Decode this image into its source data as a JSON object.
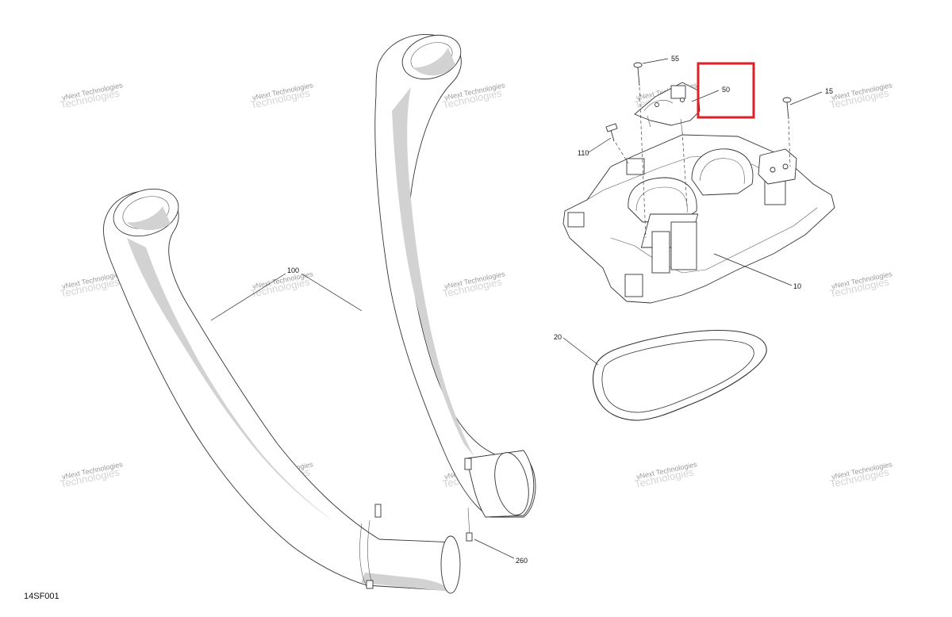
{
  "diagram": {
    "code": "14SF001",
    "watermark": {
      "line1": "vNext Technologies",
      "line2": "Technologies"
    },
    "callouts": [
      {
        "id": "55",
        "label": "55"
      },
      {
        "id": "50",
        "label": "50",
        "highlighted": true
      },
      {
        "id": "15",
        "label": "15"
      },
      {
        "id": "110",
        "label": "110"
      },
      {
        "id": "10",
        "label": "10"
      },
      {
        "id": "20",
        "label": "20"
      },
      {
        "id": "100",
        "label": "100"
      },
      {
        "id": "260",
        "label": "260"
      }
    ],
    "highlight_color": "#e01f26"
  }
}
